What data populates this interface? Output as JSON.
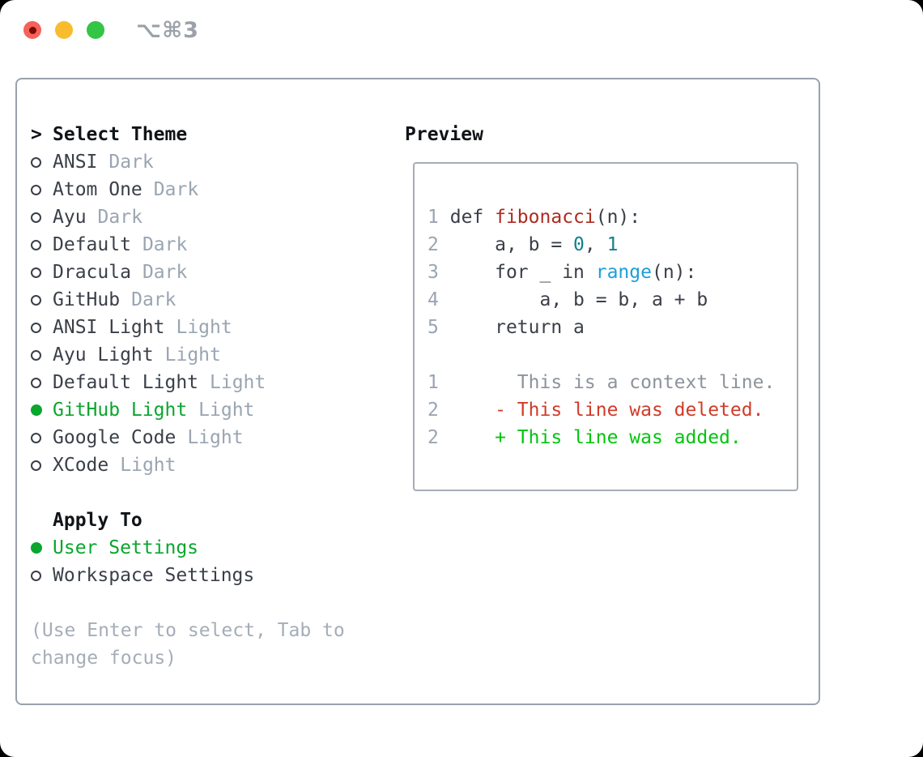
{
  "window": {
    "title": "⌥⌘3",
    "traffic_lights": [
      {
        "name": "close",
        "has_dot": true
      },
      {
        "name": "minimize",
        "has_dot": false
      },
      {
        "name": "zoom",
        "has_dot": false
      }
    ]
  },
  "theme_picker": {
    "prompt": ">",
    "heading": "Select Theme",
    "items": [
      {
        "name": "ANSI",
        "variant": "Dark",
        "selected": false
      },
      {
        "name": "Atom One",
        "variant": "Dark",
        "selected": false
      },
      {
        "name": "Ayu",
        "variant": "Dark",
        "selected": false
      },
      {
        "name": "Default",
        "variant": "Dark",
        "selected": false
      },
      {
        "name": "Dracula",
        "variant": "Dark",
        "selected": false
      },
      {
        "name": "GitHub",
        "variant": "Dark",
        "selected": false
      },
      {
        "name": "ANSI Light",
        "variant": "Light",
        "selected": false
      },
      {
        "name": "Ayu Light",
        "variant": "Light",
        "selected": false
      },
      {
        "name": "Default Light",
        "variant": "Light",
        "selected": false
      },
      {
        "name": "GitHub Light",
        "variant": "Light",
        "selected": true
      },
      {
        "name": "Google Code",
        "variant": "Light",
        "selected": false
      },
      {
        "name": "XCode",
        "variant": "Light",
        "selected": false
      }
    ]
  },
  "apply_to": {
    "heading": "Apply To",
    "options": [
      {
        "label": "User Settings",
        "selected": true
      },
      {
        "label": "Workspace Settings",
        "selected": false
      }
    ]
  },
  "hint": "(Use Enter to select, Tab to change focus)",
  "preview": {
    "heading": "Preview",
    "lines": [
      {
        "num": "1",
        "segments": [
          {
            "text": "def ",
            "style": "code"
          },
          {
            "text": "fibonacci",
            "style": "function"
          },
          {
            "text": "(n):",
            "style": "code"
          }
        ]
      },
      {
        "num": "2",
        "segments": [
          {
            "text": "    a, b = ",
            "style": "code"
          },
          {
            "text": "0",
            "style": "number"
          },
          {
            "text": ", ",
            "style": "code"
          },
          {
            "text": "1",
            "style": "number"
          }
        ]
      },
      {
        "num": "3",
        "segments": [
          {
            "text": "    for _ in ",
            "style": "code"
          },
          {
            "text": "range",
            "style": "builtin"
          },
          {
            "text": "(n):",
            "style": "code"
          }
        ]
      },
      {
        "num": "4",
        "segments": [
          {
            "text": "        a, b = b, a + b",
            "style": "code"
          }
        ]
      },
      {
        "num": "5",
        "segments": [
          {
            "text": "    return a",
            "style": "code"
          }
        ]
      },
      {
        "num": "",
        "segments": []
      },
      {
        "num": "1",
        "segments": [
          {
            "text": "      This is a context line.",
            "style": "context"
          }
        ]
      },
      {
        "num": "2",
        "segments": [
          {
            "text": "    - This line was deleted.",
            "style": "deleted"
          }
        ]
      },
      {
        "num": "2",
        "segments": [
          {
            "text": "    + This line was added.",
            "style": "added"
          }
        ]
      }
    ]
  },
  "colors": {
    "window-bg": "#ffffff",
    "outside-bg": "#000000",
    "panel-border": "#99a2ac",
    "preview-border": "#a7adb5",
    "heading": "#101317",
    "text-dark": "#3a3f48",
    "muted": "#9aa5b2",
    "green": "#0aa62e",
    "func-red": "#ae2b20",
    "num-teal": "#11808c",
    "builtin-blue": "#1d9fd8",
    "context-gray": "#8d939c",
    "deleted-red": "#d13b28",
    "added-green": "#02c40e",
    "hint": "#a5adb8",
    "title-gray": "#9ba1a7",
    "light-red": "#f6615a",
    "light-red-dot": "#7a0c05",
    "light-yellow": "#f8bd2e",
    "light-green": "#32c546"
  }
}
